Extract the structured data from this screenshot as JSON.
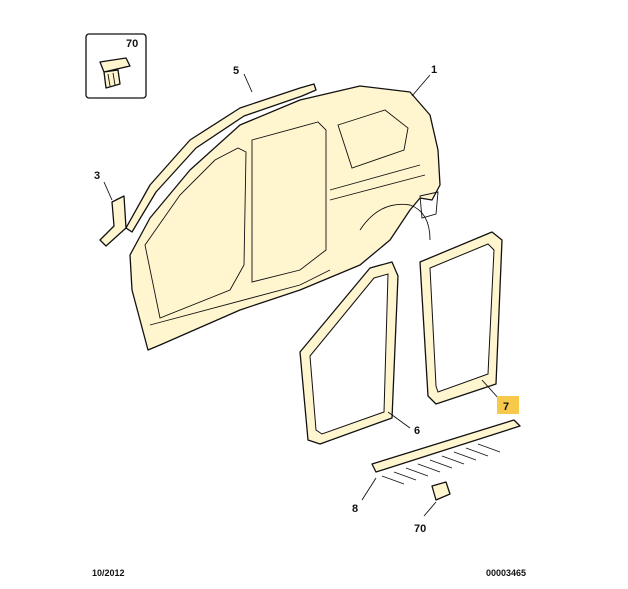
{
  "labels": {
    "clip_box": "70",
    "bodyside": "1",
    "roof_moulding": "5",
    "bracket": "3",
    "front_door_seal": "6",
    "rear_door_seal": "7",
    "sill_strip": "8",
    "clip": "70"
  },
  "footer": {
    "date": "10/2012",
    "reference": "00003465"
  },
  "colors": {
    "part_fill": "#fff6cf",
    "highlight": "#f6c94a",
    "line": "#111111"
  }
}
